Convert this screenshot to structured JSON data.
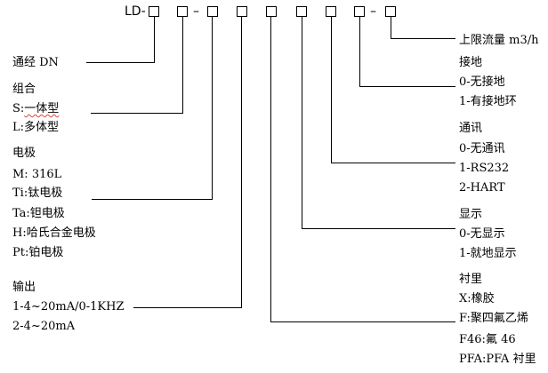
{
  "model_code": {
    "prefix": "LD-",
    "dash_1": "–",
    "dash_2": "–"
  },
  "fields": {
    "flow_range": {
      "title": "上限流量 m3/h"
    },
    "diameter": {
      "title": "通经 DN"
    },
    "combination": {
      "title": "组合",
      "options": [
        "S:一体型",
        "L:多体型"
      ],
      "highlight": "一体型"
    },
    "electrode": {
      "title": "电极",
      "options": [
        "M:  316L",
        "Ti:钛电极",
        "Ta:钽电极",
        "H:哈氏合金电极",
        "Pt:铂电极"
      ]
    },
    "output": {
      "title": "输出",
      "options": [
        "1-4~20mA/0-1KHZ",
        "2-4~20mA"
      ]
    },
    "grounding": {
      "title": "接地",
      "options": [
        "0-无接地",
        "1-有接地环"
      ]
    },
    "communication": {
      "title": "通讯",
      "options": [
        "0-无通讯",
        "1-RS232",
        "2-HART"
      ]
    },
    "display": {
      "title": "显示",
      "options": [
        "0-无显示",
        "1-就地显示"
      ]
    },
    "lining": {
      "title": "衬里",
      "options": [
        "X:橡胶",
        "F:聚四氟乙烯",
        "F46:氟 46",
        "PFA:PFA 衬里"
      ]
    }
  },
  "colors": {
    "line": "#000000",
    "text": "#000000",
    "highlight_underline": "#e04040"
  }
}
